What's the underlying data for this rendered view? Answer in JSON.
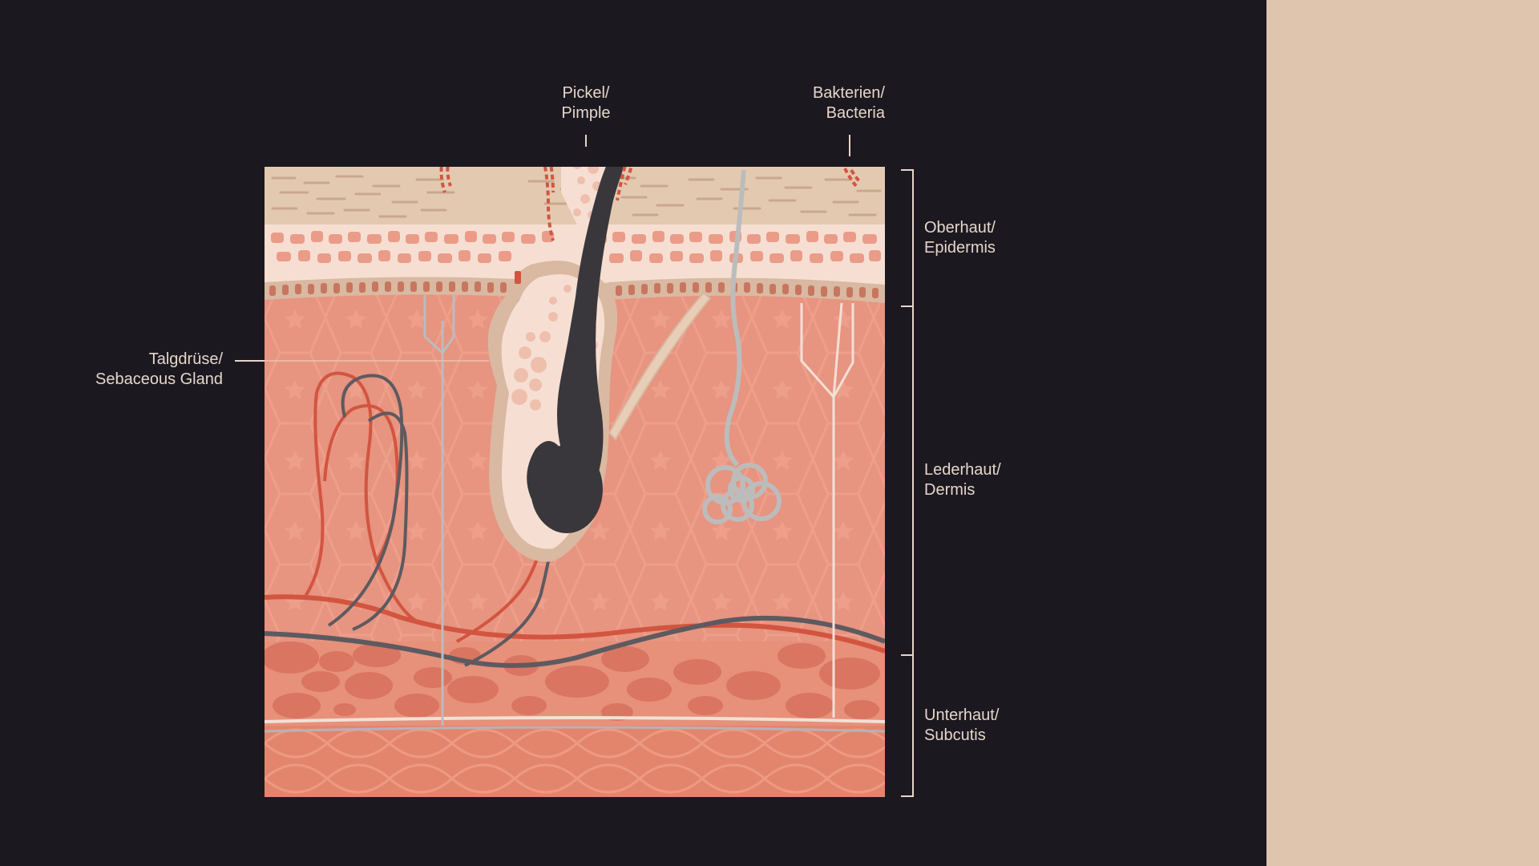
{
  "colors": {
    "background": "#1b1820",
    "side_panel": "#dfc4ae",
    "label_text": "#e6d6c8",
    "dermis": "#e79480",
    "subcutis": "#e3856d",
    "epidermis_cells": "#f6dfd2",
    "stratum_corneum": "#e4c9b1",
    "hair": "#3a373c",
    "artery": "#d2553f",
    "vein": "#5d5a60",
    "nerve": "#bcbcbc",
    "bacteria": "#d2553f"
  },
  "labels": {
    "pimple": {
      "line1": "Pickel/",
      "line2": "Pimple"
    },
    "bacteria": {
      "line1": "Bakterien/",
      "line2": "Bacteria"
    },
    "sebaceous_gland": {
      "line1": "Talgdrüse/",
      "line2": "Sebaceous Gland"
    },
    "epidermis": {
      "line1": "Oberhaut/",
      "line2": "Epidermis"
    },
    "dermis": {
      "line1": "Lederhaut/",
      "line2": "Dermis"
    },
    "subcutis": {
      "line1": "Unterhaut/",
      "line2": "Subcutis"
    }
  }
}
